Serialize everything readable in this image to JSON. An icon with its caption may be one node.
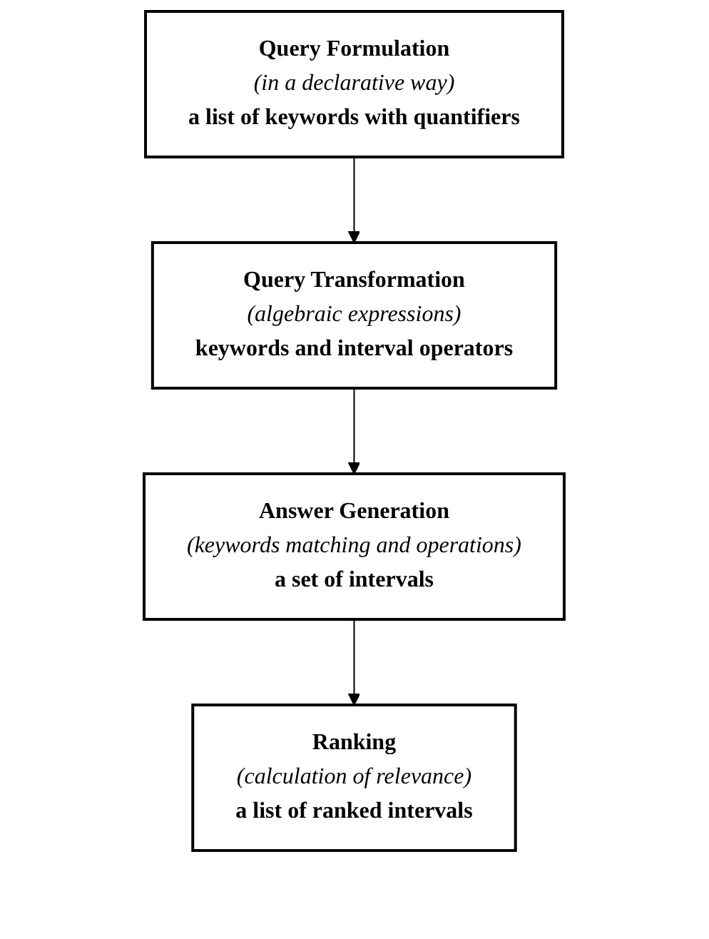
{
  "diagram": {
    "nodes": [
      {
        "text": [
          "Query Formulation",
          "(in a declarative way)",
          "a list of keywords with quantifiers"
        ]
      },
      {
        "text": [
          "Query Transformation",
          "(algebraic expressions)",
          "keywords and interval operators"
        ]
      },
      {
        "text": [
          "Answer Generation",
          "(keywords matching and operations)",
          "a set of intervals"
        ]
      },
      {
        "text": [
          "Ranking",
          "(calculation of relevance)",
          "a list of ranked intervals"
        ]
      }
    ],
    "edges": [
      {
        "from": 0,
        "to": 1,
        "arrow": "to"
      },
      {
        "from": 1,
        "to": 2,
        "arrow": "to"
      },
      {
        "from": 2,
        "to": 3,
        "arrow": "to"
      }
    ]
  }
}
